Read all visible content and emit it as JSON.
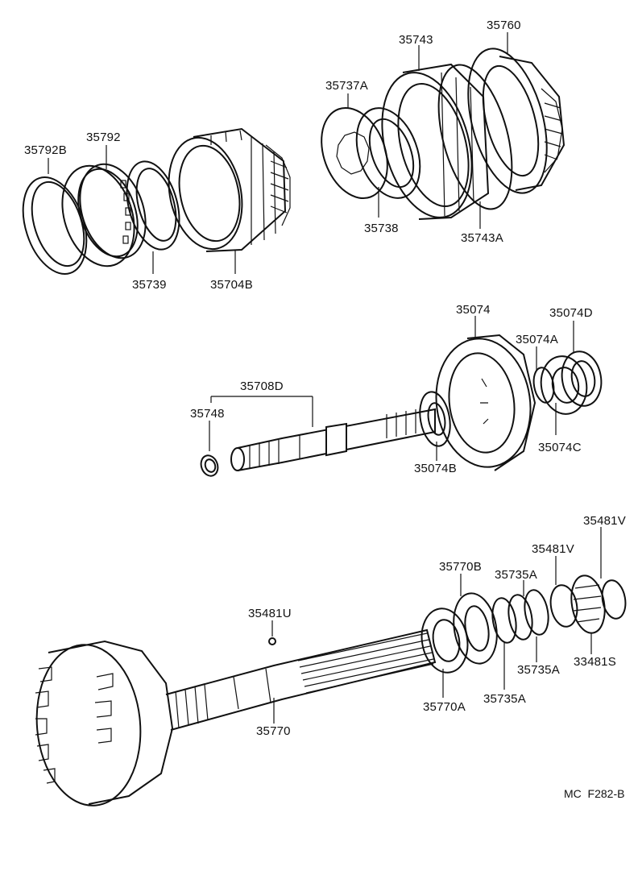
{
  "diagram_code": "MC  F282-B",
  "labels": {
    "p35792B": "35792B",
    "p35792": "35792",
    "p35739": "35739",
    "p35704B": "35704B",
    "p35737A": "35737A",
    "p35743": "35743",
    "p35760": "35760",
    "p35738": "35738",
    "p35743A": "35743A",
    "p35074": "35074",
    "p35074D": "35074D",
    "p35074A": "35074A",
    "p35708D": "35708D",
    "p35748": "35748",
    "p35074C": "35074C",
    "p35074B": "35074B",
    "p35481V_1": "35481V",
    "p35481V_2": "35481V",
    "p35770B": "35770B",
    "p35735A_1": "35735A",
    "p35481U": "35481U",
    "p35735A_2": "35735A",
    "p33481S": "33481S",
    "p35770A": "35770A",
    "p35735A_3": "35735A",
    "p35770": "35770"
  }
}
